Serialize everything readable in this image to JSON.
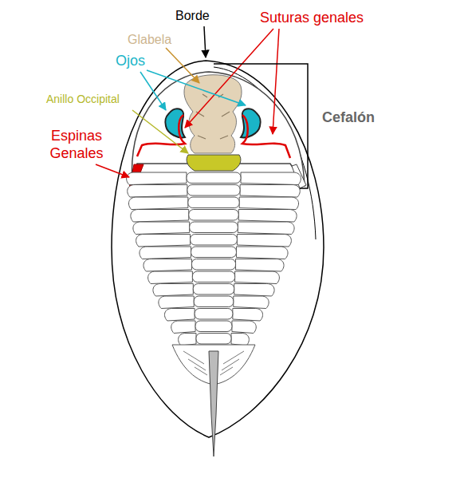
{
  "diagram": {
    "labels": [
      "Borde",
      "Glabela",
      "Ojos",
      "Suturas genales",
      "Anillo Occipital",
      "Cefalón",
      "Espinas Genales"
    ]
  }
}
